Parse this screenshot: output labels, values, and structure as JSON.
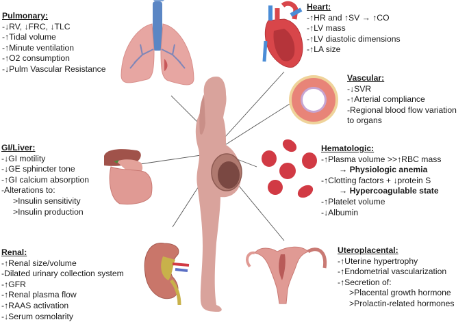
{
  "diagram": {
    "subject": "Physiologic changes in pregnancy",
    "center_figure": "pregnant-woman-silhouette",
    "colors": {
      "skin": "#d9a39c",
      "lung": "#e7a6a2",
      "trachea": "#5b86c4",
      "blood_red": "#d13a44",
      "vessel_wall": "#e88478",
      "vessel_outer": "#efd39a",
      "kidney": "#c9766a",
      "ureter": "#c8b14a",
      "leader_line": "#555555",
      "text": "#1a1a1a"
    },
    "panels": {
      "pulmonary": {
        "title": "Pulmonary:",
        "lines": [
          "-↓RV, ↓FRC, ↓TLC",
          "-↑Tidal volume",
          "-↑Minute ventilation",
          "-↑O2 consumption",
          "-↓Pulm Vascular Resistance"
        ]
      },
      "heart": {
        "title": "Heart:",
        "lines": [
          "-↑HR and ↑SV → ↑CO",
          "-↑LV mass",
          "-↑LV diastolic dimensions",
          "-↑LA size"
        ]
      },
      "vascular": {
        "title": "Vascular:",
        "lines": [
          "-↓SVR",
          "-↑Arterial compliance",
          "-Regional blood flow variation",
          "to organs"
        ]
      },
      "gi_liver": {
        "title": "GI/Liver:",
        "lines": [
          "-↓GI motility",
          "-↓GE sphincter tone",
          "-↑GI calcium absorption",
          "-Alterations to:"
        ],
        "sub_lines": [
          ">Insulin sensitivity",
          ">Insulin production"
        ]
      },
      "hematologic": {
        "title": "Hematologic:",
        "line1": "-↑Plasma volume >>↑RBC mass",
        "result1": "→ Physiologic anemia",
        "line2": "-↑Clotting factors + ↓protein S",
        "result2": "→ Hypercoagulable state",
        "line3": "-↑Platelet volume",
        "line4": "-↓Albumin"
      },
      "renal": {
        "title": "Renal:",
        "lines": [
          "-↑Renal size/volume",
          "-Dilated urinary collection system",
          "-↑GFR",
          "-↑Renal plasma flow",
          "-↑RAAS activation",
          "-↓Serum osmolarity"
        ]
      },
      "uteroplacental": {
        "title": "Uteroplacental:",
        "lines": [
          "-↑Uterine hypertrophy",
          "-↑Endometrial vascularization",
          "-↑Secretion of:"
        ],
        "sub_lines": [
          ">Placental growth hormone",
          ">Prolactin-related hormones"
        ]
      }
    }
  }
}
